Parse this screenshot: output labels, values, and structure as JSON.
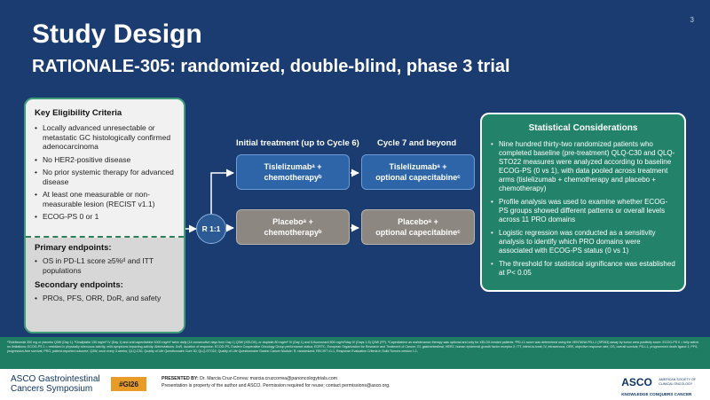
{
  "slide_number": "3",
  "title": "Study Design",
  "subtitle": "RATIONALE-305: randomized, double-blind, phase 3 trial",
  "eligibility": {
    "heading": "Key Eligibility Criteria",
    "items": [
      "Locally advanced unresectable or metastatic GC histologically confirmed adenocarcinoma",
      "No HER2-positive disease",
      "No prior systemic therapy for advanced disease",
      "At least one measurable or non-measurable lesion (RECIST v1.1)",
      "ECOG-PS 0 or 1"
    ],
    "primary_heading": "Primary endpoints:",
    "primary_items": [
      "OS in PD-L1 score ≥5%ᵈ and ITT populations"
    ],
    "secondary_heading": "Secondary endpoints:",
    "secondary_items": [
      "PROs, PFS, ORR, DoR, and safety"
    ]
  },
  "design": {
    "initial_heading": "Initial treatment (up to Cycle 6)",
    "later_heading": "Cycle 7 and beyond",
    "randomization": "R 1:1",
    "arm1_initial_line1": "Tislelizumabᵃ +",
    "arm1_initial_line2": "chemotherapyᵇ",
    "arm1_later_line1": "Tislelizumabᵃ +",
    "arm1_later_line2": "optional capecitabineᶜ",
    "arm2_initial_line1": "Placeboᵃ +",
    "arm2_initial_line2": "chemotherapyᵇ",
    "arm2_later_line1": "Placeboᵃ +",
    "arm2_later_line2": "optional capecitabineᶜ"
  },
  "stats": {
    "heading": "Statistical Considerations",
    "items": [
      "Nine hundred thirty-two randomized patients who completed baseline (pre-treatment) QLQ-C30 and QLQ-STO22 measures were analyzed according to baseline ECOG-PS (0 vs 1), with data pooled across treatment arms (tislelizumab + chemotherapy and placebo + chemotherapy)",
      "Profile analysis was used to examine whether ECOG-PS groups showed different patterns or overall levels across 11 PRO domains",
      "Logistic regression was conducted as a sensitivity analysis to identify which PRO domains were associated with ECOG-PS status (0 vs 1)",
      "The threshold for statistical significance was established at P< 0.05"
    ]
  },
  "footnote": "ᵃTislelizumab 200 mg or placebo Q3W (Day 1). ᵇOxaliplatin 130 mg/m² IV (Day 1) and oral capecitabine 1000 mg/m² twice daily (14 consecutive days from Day 1) Q3W (XELOX), or cisplatin 80 mg/m² IV (Day 1) and 5-fluorouracil 800 mg/m²/day IV (Days 1-5) Q3W (FP). ᶜCapecitabine as maintenance therapy was optional and only for XELOX-treated patients. ᵈPD-L1 score was determined using the VENTANA PD-L1 (SP263) assay by tumor area positivity score. ECOG-PS 0 = fully active, no limitations; ECOG-PS 1 = restricted in physically strenuous activity, mild symptoms impacting activity. Abbreviations: DoR, duration of response; ECOG-PS, Eastern Cooperative Oncology Group performance status; EORTC, European Organization for Research and Treatment of Cancer; GI, gastrointestinal; HER2, human epidermal growth factor receptor 2; ITT, intent-to-treat; IV, intravenous; ORR, objective response rate; OS, overall survival; PD-L1, programmed death ligand 1; PFS, progression-free survival; PRO, patient-reported outcome; Q3W, once every 3 weeks; QLQ-C30, Quality of Life Questionnaire Core 30; QLQ-STO22, Quality of Life Questionnaire Gastric Cancer Module; R, randomized; RECIST v1.1, Response Evaluation Criteria in Solid Tumors version 1.1.",
  "footer": {
    "asco_left_line1": "ASCO Gastrointestinal",
    "asco_left_line2": "Cancers Symposium",
    "hashtag": "#GI26",
    "presented_by_label": "PRESENTED BY:",
    "presenter": "Dr. Marcia Cruz-Correa: marcia.cruzcorrea@panoncologytrials.com",
    "permission": "Presentation is property of the author and ASCO. Permission required for reuse; contact permissions@asco.org.",
    "asco_logo": "ASCO",
    "asco_small_line1": "AMERICAN SOCIETY OF",
    "asco_small_line2": "CLINICAL ONCOLOGY",
    "asco_tagline": "KNOWLEDGE CONQUERS CANCER"
  }
}
